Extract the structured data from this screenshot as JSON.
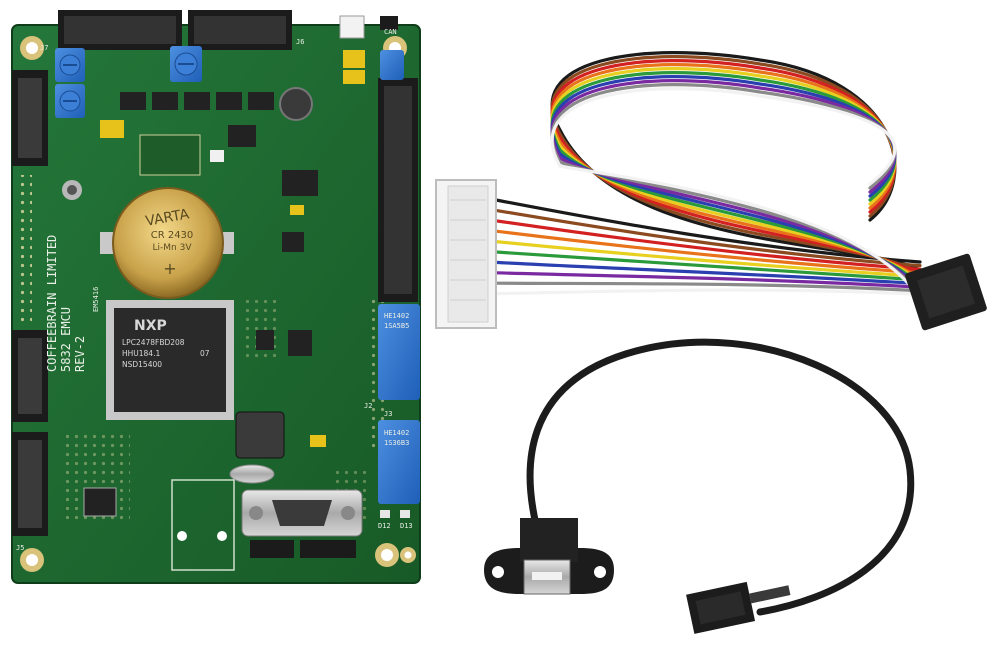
{
  "board": {
    "maker": "COFFEEBRAIN LIMITED",
    "model": "5832 EMCU",
    "revision": "REV-2",
    "code": "EM5416",
    "connectors": [
      "J7",
      "J6",
      "J5",
      "J2",
      "J3",
      "CAN"
    ],
    "leds": [
      "D12",
      "D13"
    ],
    "pcb_color": "#1f6b2e"
  },
  "battery": {
    "brand": "VARTA",
    "model": "CR 2430",
    "spec": "Li-Mn 3V",
    "symbol": "+"
  },
  "mcu": {
    "brand": "NXP",
    "part": "LPC2478FBD208",
    "lot": "HHU184.1",
    "date": "07",
    "batch": "NSD15400"
  },
  "trimmers": {
    "top": {
      "part": "HE1402",
      "code": "1SA5B5"
    },
    "bottom": {
      "part": "HE1402",
      "code": "1S36B3"
    }
  },
  "cables": {
    "ribbon_colors": [
      "#1a1a1a",
      "#8b4a1f",
      "#d32020",
      "#e8731a",
      "#e8d020",
      "#2a9a3a",
      "#2a3fb0",
      "#7a2aa0",
      "#8a8a8a",
      "#f2f2f2"
    ],
    "usb_color": "#1c1c1c"
  }
}
